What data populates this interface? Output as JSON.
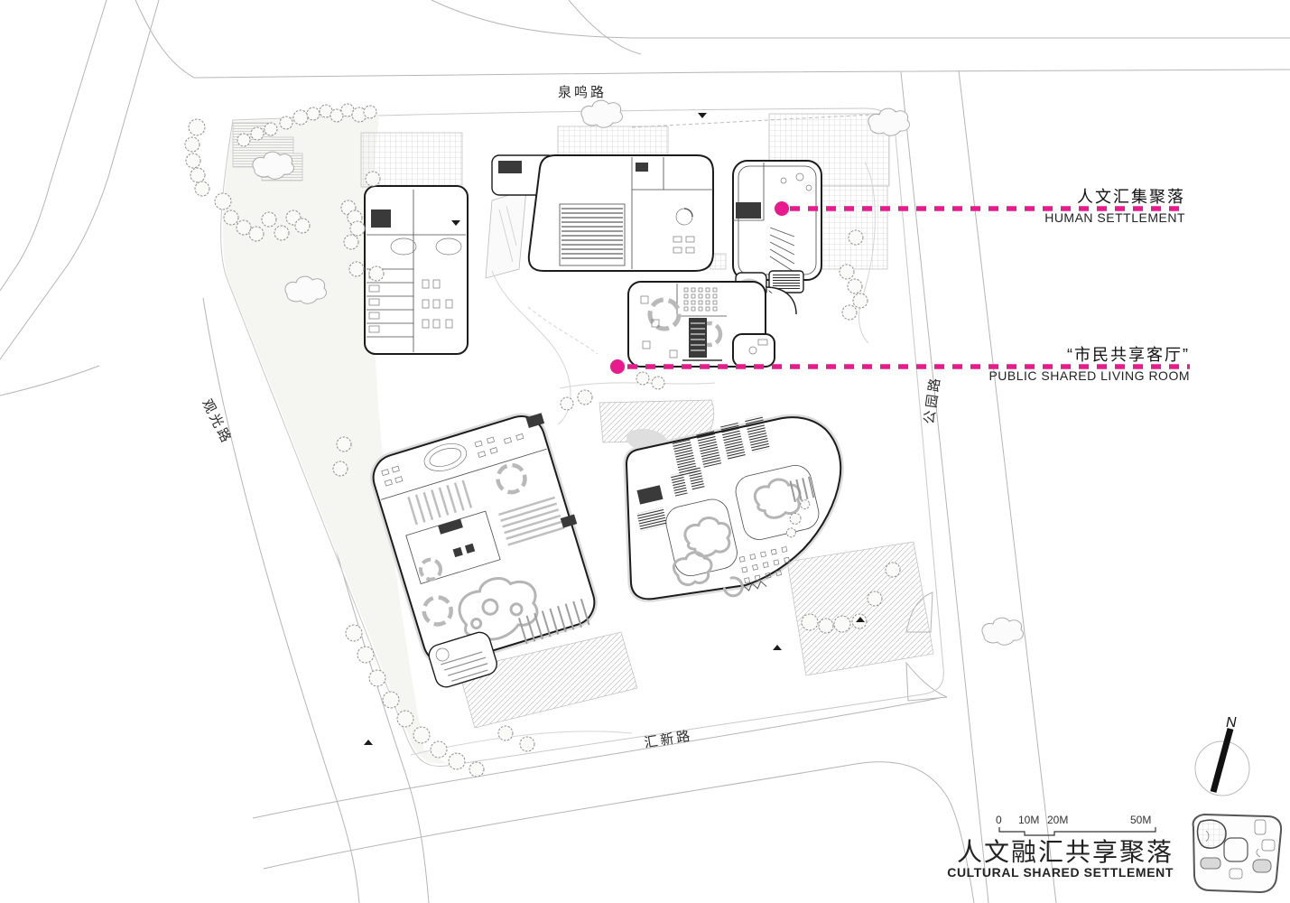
{
  "plan": {
    "roads": {
      "top": "泉鸣路",
      "left": "观光路",
      "right": "公园路",
      "bottom": "汇新路"
    },
    "callouts": [
      {
        "zh": "人文汇集聚落",
        "en": "HUMAN SETTLEMENT"
      },
      {
        "zh": "“市民共享客厅”",
        "en": "PUBLIC SHARED LIVING ROOM"
      }
    ],
    "title": {
      "zh": "人文融汇共享聚落",
      "en": "CULTURAL SHARED SETTLEMENT"
    },
    "scale_bar": {
      "labels": [
        "0",
        "10M",
        "20M",
        "50M"
      ]
    },
    "north": "N",
    "colors": {
      "accent": "#e81a8d",
      "ink": "#1c1c1c",
      "road_line": "#b5b5b5"
    }
  }
}
